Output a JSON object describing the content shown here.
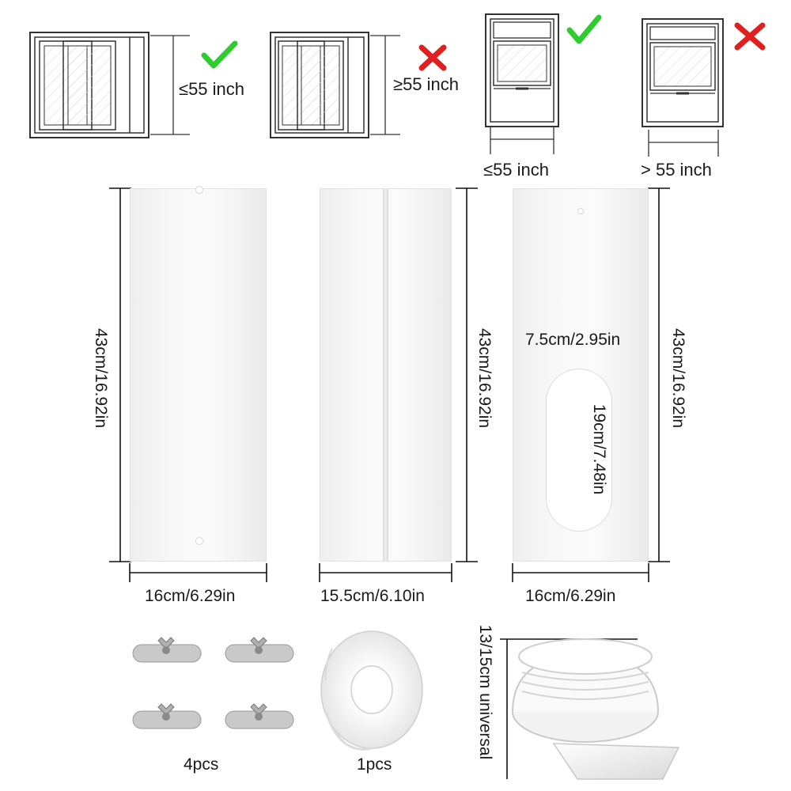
{
  "top_section": {
    "windows": [
      {
        "label": "≤55 inch",
        "verdict": "check"
      },
      {
        "label": "≥55 inch",
        "verdict": "cross"
      },
      {
        "label": "≤55 inch",
        "verdict": "check"
      },
      {
        "label": "> 55 inch",
        "verdict": "cross"
      }
    ]
  },
  "panels": [
    {
      "height_label": "43cm/16.92in",
      "width_label": "16cm/6.29in"
    },
    {
      "height_label": "43cm/16.92in",
      "width_label": "15.5cm/6.10in"
    },
    {
      "height_label": "43cm/16.92in",
      "width_label": "16cm/6.29in",
      "hole_width_label": "7.5cm/2.95in",
      "hole_height_label": "19cm/7.48in"
    }
  ],
  "accessories": {
    "screws_label": "4pcs",
    "tape_label": "1pcs",
    "adapter_label": "13/15cm universal"
  },
  "colors": {
    "check": "#2ecc2e",
    "cross": "#e02020",
    "line": "#222222"
  }
}
